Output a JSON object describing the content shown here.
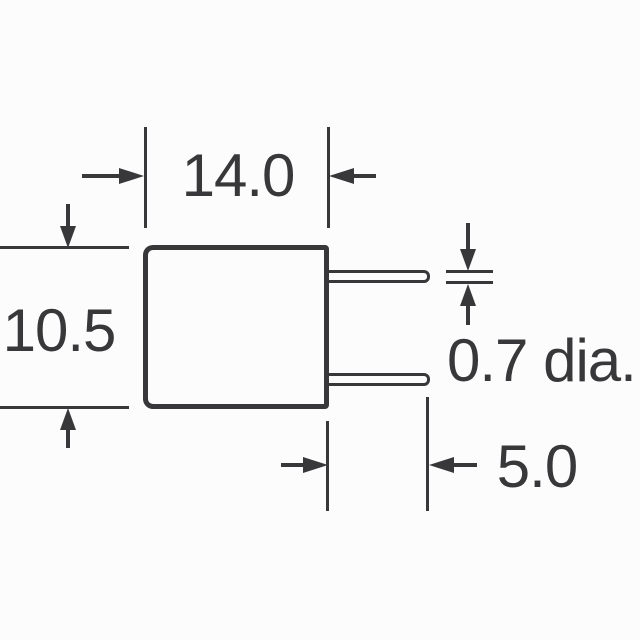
{
  "drawing": {
    "dimensions": {
      "body_width": {
        "label": "14.0"
      },
      "body_height": {
        "label": "10.5"
      },
      "lead_diameter": {
        "label": "0.7 dia."
      },
      "lead_length": {
        "label": "5.0"
      }
    },
    "colors": {
      "line": "#38383a",
      "background": "#fcfcfc"
    }
  }
}
